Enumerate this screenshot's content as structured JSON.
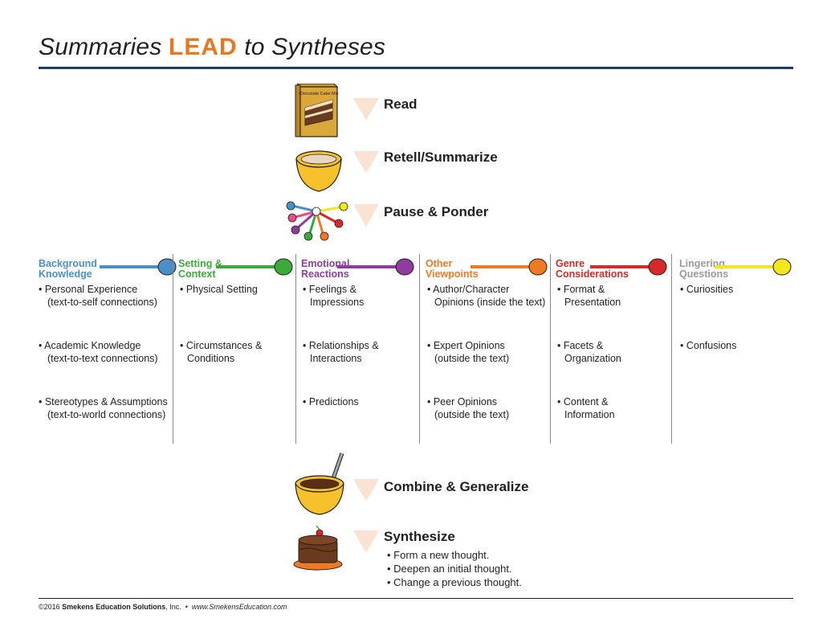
{
  "title": {
    "part1": "Summaries",
    "lead": "LEAD",
    "part2": "to Syntheses"
  },
  "steps": [
    {
      "label": "Read",
      "box_text": "Chocolate Cake Mix"
    },
    {
      "label": "Retell/Summarize"
    },
    {
      "label": "Pause & Ponder"
    },
    {
      "label": "Combine & Generalize"
    },
    {
      "label": "Synthesize"
    }
  ],
  "synthesize_bullets": [
    "• Form a new thought.",
    "• Deepen an initial thought.",
    "• Change a previous thought."
  ],
  "columns": [
    {
      "head1": "Background",
      "head2": "Knowledge",
      "color": "#4a8fc7",
      "items": [
        [
          "• Personal Experience",
          "(text-to-self connections)"
        ],
        [
          "• Academic Knowledge",
          "(text-to-text connections)"
        ],
        [
          "• Stereotypes & Assumptions",
          "(text-to-world connections)"
        ]
      ]
    },
    {
      "head1": "Setting &",
      "head2": "Context",
      "color": "#3aab3a",
      "items": [
        [
          "• Physical Setting"
        ],
        [
          "• Circumstances &",
          "Conditions"
        ]
      ]
    },
    {
      "head1": "Emotional",
      "head2": "Reactions",
      "color": "#8e3c9e",
      "items": [
        [
          "• Feelings &",
          "Impressions"
        ],
        [
          "• Relationships &",
          "Interactions"
        ],
        [
          "• Predictions"
        ]
      ]
    },
    {
      "head1": "Other",
      "head2": "Viewpoints",
      "color": "#ef7a23",
      "items": [
        [
          "• Author/Character",
          "Opinions (inside the text)"
        ],
        [
          "• Expert Opinions",
          "(outside the text)"
        ],
        [
          "• Peer Opinions",
          "(outside the text)"
        ]
      ]
    },
    {
      "head1": "Genre",
      "head2": "Considerations",
      "color": "#d62a2a",
      "items": [
        [
          "• Format &",
          "Presentation"
        ],
        [
          "• Facets &",
          "Organization"
        ],
        [
          "• Content &",
          "Information"
        ]
      ]
    },
    {
      "head1": "Lingering",
      "head2": "Questions",
      "color": "#9a9a9a",
      "spoon_color": "#f2e81c",
      "items": [
        [
          "• Curiosities"
        ],
        [
          "• Confusions"
        ]
      ]
    }
  ],
  "footer": {
    "copyright": "©2016",
    "company": "Smekens Education Solutions",
    "suffix": ", Inc.",
    "dot": "•",
    "website": "www.SmekensEducation.com"
  }
}
